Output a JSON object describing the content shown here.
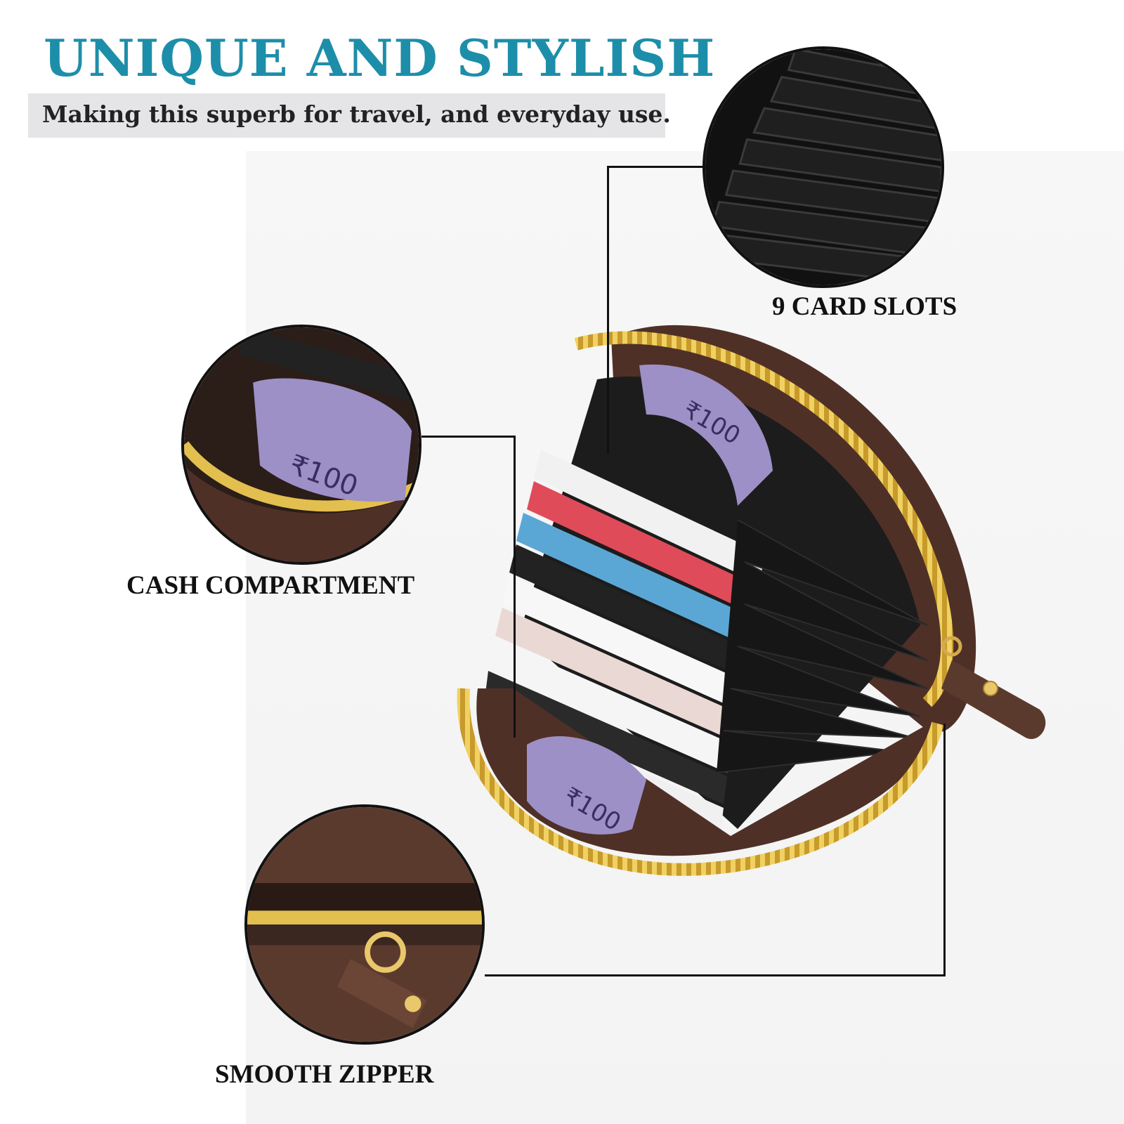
{
  "headline": "UNIQUE AND STYLISH",
  "subheadline": "Making this superb for travel, and everyday use.",
  "features": {
    "card_slots": "9 CARD SLOTS",
    "cash_compartment": "CASH COMPARTMENT",
    "smooth_zipper": "SMOOTH ZIPPER"
  },
  "colors": {
    "headline": "#1d8ea9",
    "leather": "#5b3a2e",
    "zipper": "#d8b33c",
    "interior": "#1a1a1a"
  }
}
